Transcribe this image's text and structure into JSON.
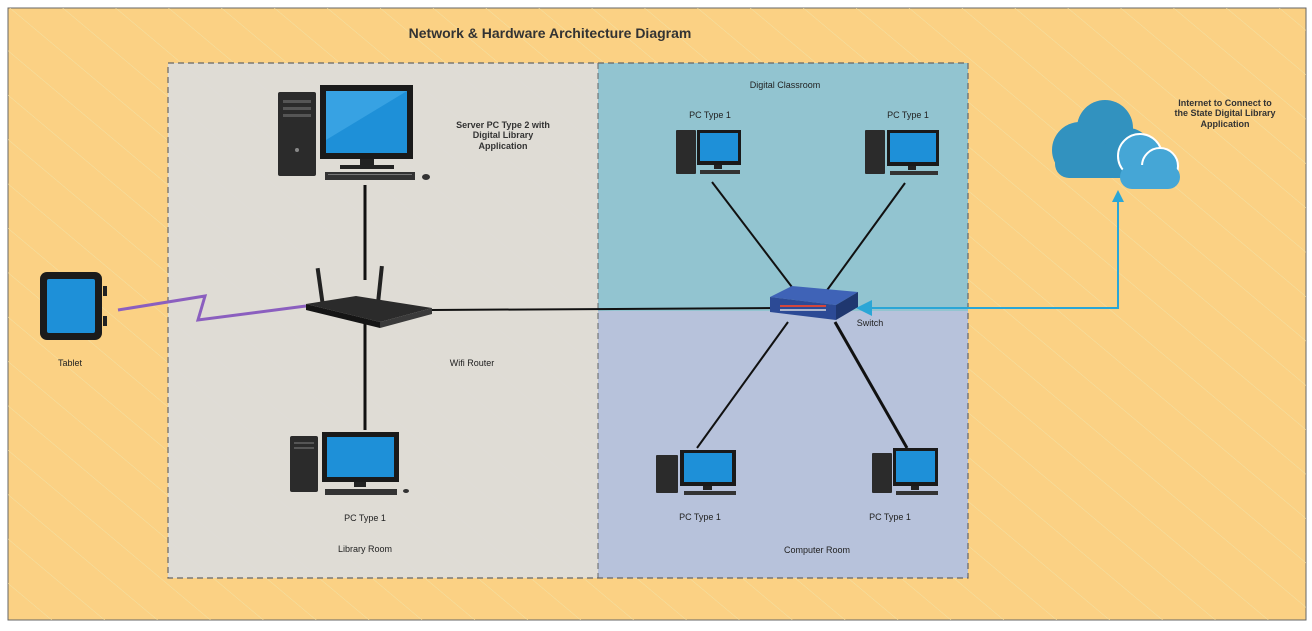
{
  "title": "Network & Hardware Architecture Diagram",
  "zones": {
    "library": "Library  Room",
    "classroom": "Digital Classroom",
    "computer": "Computer Room"
  },
  "nodes": {
    "server": "Server PC Type 2 with\nDigital Library\nApplication",
    "router": "Wifi Router",
    "switch": "Switch",
    "tablet": "Tablet",
    "internet": "Internet to Connect to\nthe State Digital Library\nApplication",
    "library_pc": "PC Type  1",
    "classroom_pc_left": "PC Type  1",
    "classroom_pc_right": "PC Type  1",
    "computer_pc_left": "PC Type  1",
    "computer_pc_right": "PC Type  1"
  },
  "colors": {
    "background": "#fbd184",
    "library_zone": "#dcdcdc",
    "classroom_zone": "#8cc3d4",
    "computer_zone": "#b3c1df",
    "wireless_link": "#8b5fbf",
    "internet_link": "#2aa6d6"
  },
  "icons": [
    "monitor-icon",
    "tower-icon",
    "router-icon",
    "switch-icon",
    "tablet-icon",
    "cloud-icon"
  ]
}
